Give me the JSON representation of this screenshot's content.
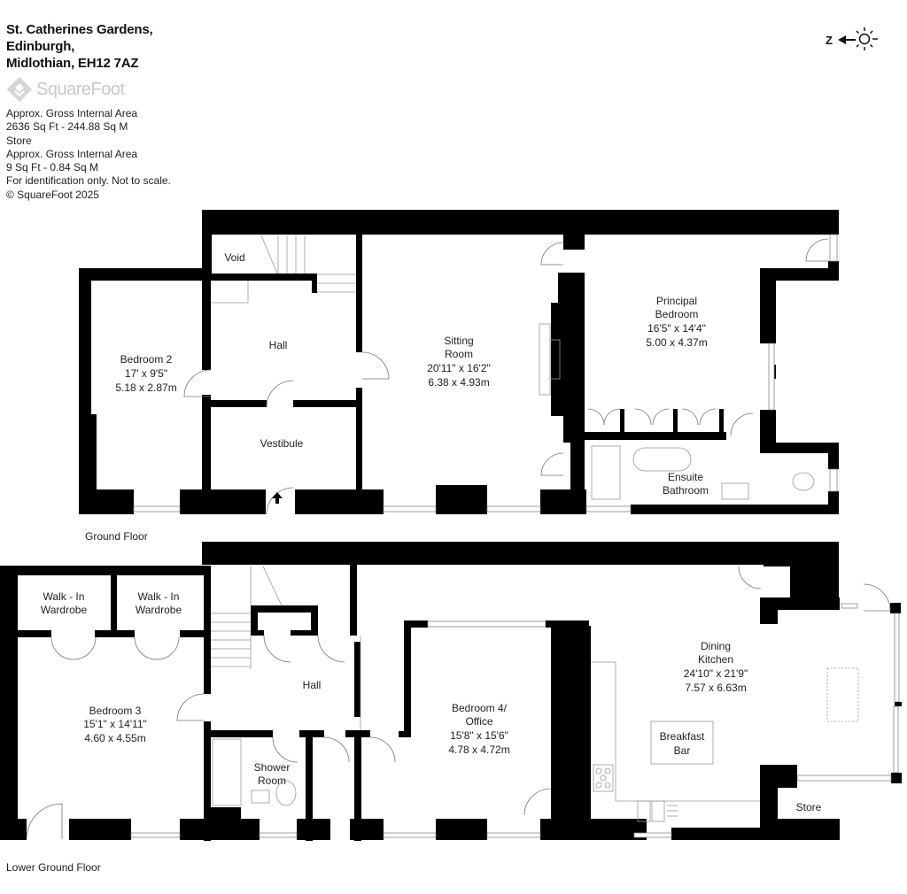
{
  "header": {
    "address_line1": "St. Catherines Gardens,",
    "address_line2": "Edinburgh,",
    "address_line3": "Midlothian, EH12 7AZ",
    "brand": "SquareFoot",
    "info_lines": [
      "Approx. Gross Internal Area",
      "2636 Sq Ft  -  244.88 Sq M",
      "Store",
      "Approx. Gross Internal Area",
      "9 Sq Ft  -  0.84 Sq M",
      "For identification only. Not to scale.",
      "© SquareFoot 2025"
    ]
  },
  "compass": {
    "letter": "Z",
    "icon": "north-arrow-sun-icon"
  },
  "ground_floor": {
    "label": "Ground Floor",
    "rooms": {
      "void": {
        "name": "Void"
      },
      "hall": {
        "name": "Hall"
      },
      "bedroom2": {
        "name": "Bedroom 2",
        "imperial": "17' x 9'5\"",
        "metric": "5.18 x 2.87m"
      },
      "vestibule": {
        "name": "Vestibule"
      },
      "sitting": {
        "name1": "Sitting",
        "name2": "Room",
        "imperial": "20'11\" x 16'2\"",
        "metric": "6.38 x 4.93m"
      },
      "principal": {
        "name1": "Principal",
        "name2": "Bedroom",
        "imperial": "16'5\" x 14'4\"",
        "metric": "5.00 x 4.37m"
      },
      "ensuite": {
        "name1": "Ensuite",
        "name2": "Bathroom"
      }
    }
  },
  "lower_ground_floor": {
    "label": "Lower Ground Floor",
    "rooms": {
      "wardrobe1": {
        "name1": "Walk - In",
        "name2": "Wardrobe"
      },
      "wardrobe2": {
        "name1": "Walk - In",
        "name2": "Wardrobe"
      },
      "bedroom3": {
        "name": "Bedroom 3",
        "imperial": "15'1\" x 14'11\"",
        "metric": "4.60 x 4.55m"
      },
      "hall": {
        "name": "Hall"
      },
      "shower": {
        "name1": "Shower",
        "name2": "Room"
      },
      "bedroom4": {
        "name1": "Bedroom 4/",
        "name2": "Office",
        "imperial": "15'8\" x 15'6\"",
        "metric": "4.78 x 4.72m"
      },
      "kitchen": {
        "name1": "Dining",
        "name2": "Kitchen",
        "imperial": "24'10\" x 21'9\"",
        "metric": "7.57 x 6.63m"
      },
      "breakfast": {
        "name1": "Breakfast",
        "name2": "Bar"
      },
      "store": {
        "name": "Store"
      }
    }
  }
}
